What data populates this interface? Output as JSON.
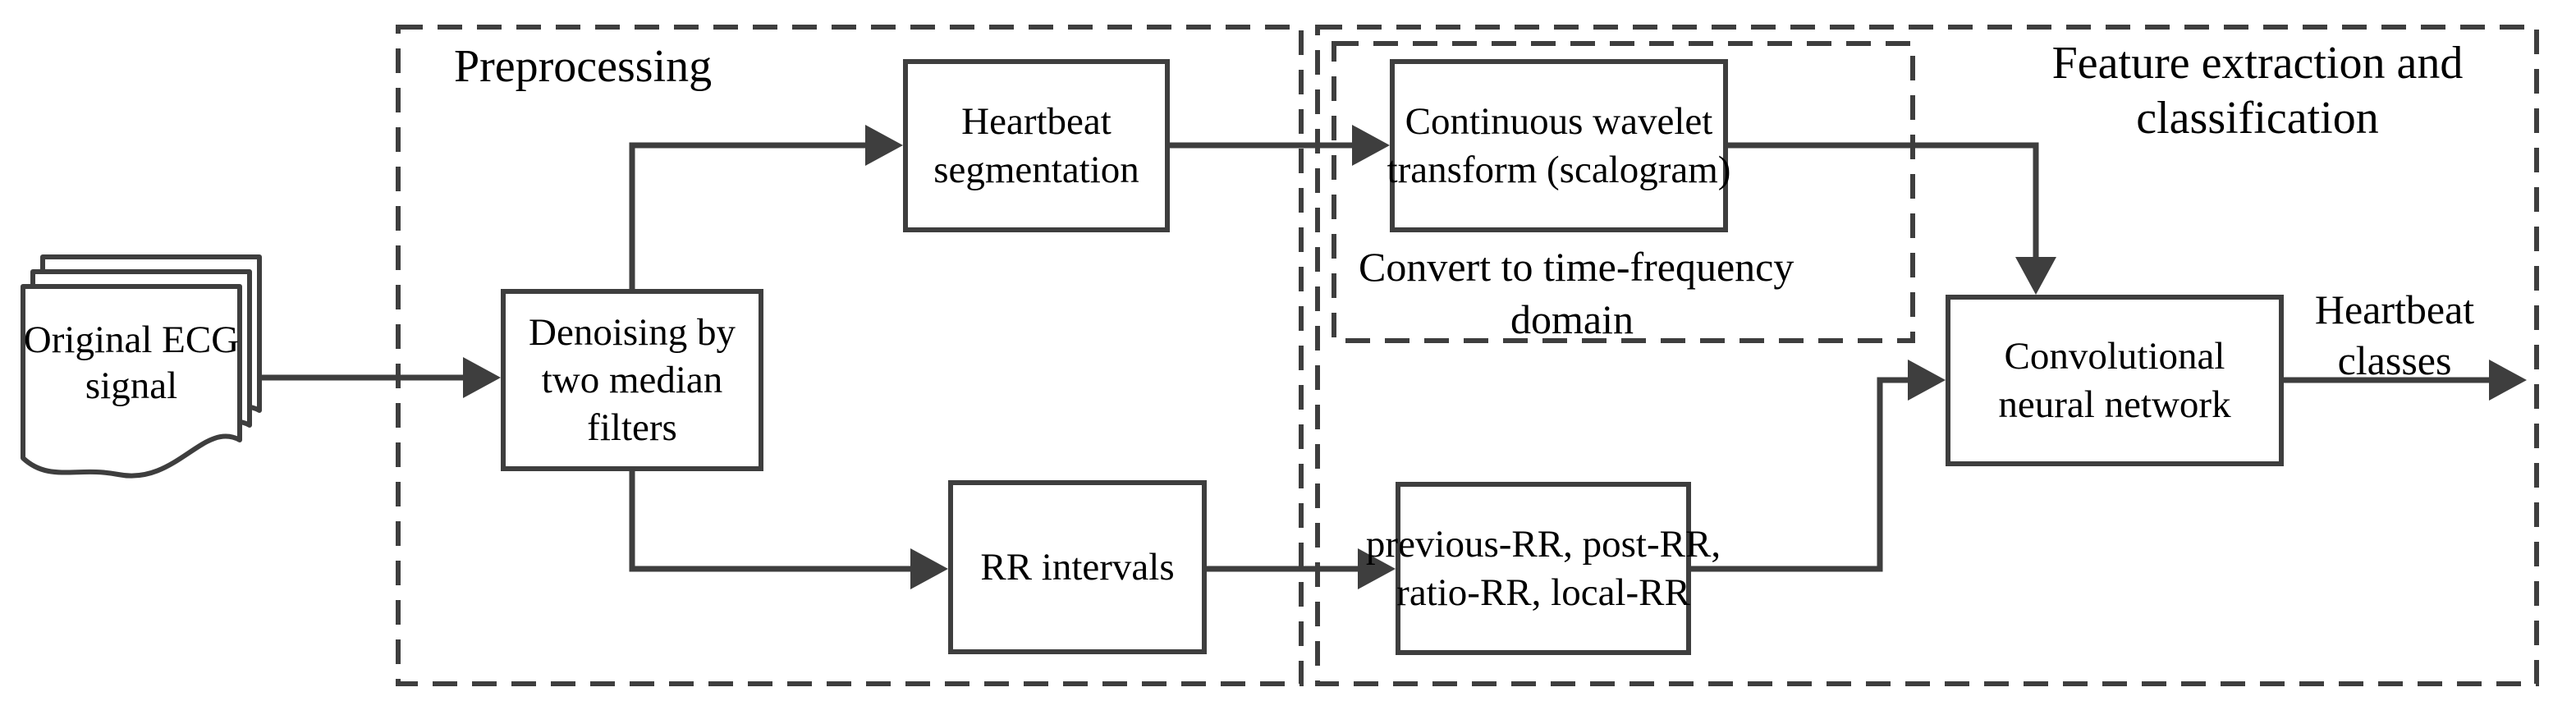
{
  "colors": {
    "stroke": "#3e3e3e",
    "text": "#000000",
    "background": "#ffffff"
  },
  "groups": {
    "preprocessing": {
      "label": "Preprocessing"
    },
    "feature_extraction": {
      "line1": "Feature extraction and",
      "line2": "classification"
    },
    "time_frequency": {
      "line1": "Convert to time-frequency",
      "line2": "domain"
    }
  },
  "nodes": {
    "original_ecg": {
      "line1": "Original ECG",
      "line2": "signal"
    },
    "denoising": {
      "line1": "Denoising by",
      "line2": "two median",
      "line3": "filters"
    },
    "heartbeat_segmentation": {
      "line1": "Heartbeat",
      "line2": "segmentation"
    },
    "cwt": {
      "line1": "Continuous wavelet",
      "line2": "transform (scalogram)"
    },
    "rr_intervals": {
      "line1": "RR intervals"
    },
    "rr_features": {
      "line1": "previous-RR, post-RR,",
      "line2": "ratio-RR, local-RR"
    },
    "cnn": {
      "line1": "Convolutional",
      "line2": "neural network"
    },
    "heartbeat_classes": {
      "line1": "Heartbeat",
      "line2": "classes"
    }
  }
}
